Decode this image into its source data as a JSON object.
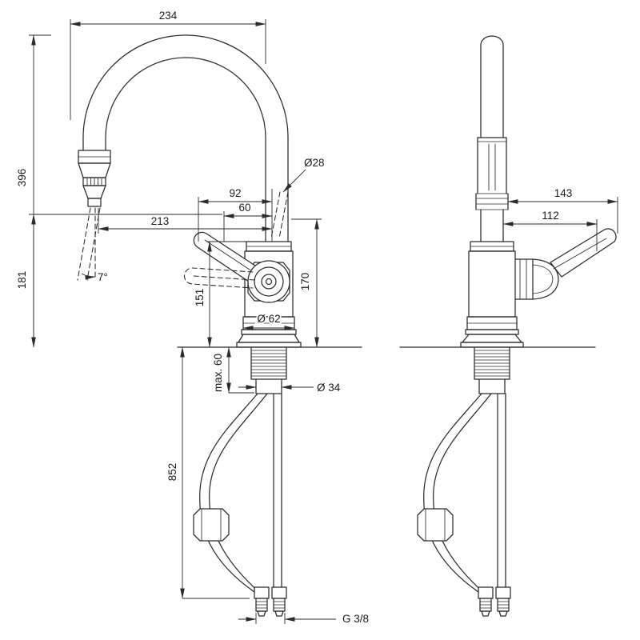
{
  "drawing": {
    "background": "#ffffff",
    "line_color": "#2b2b2b",
    "views": {
      "front": "front view",
      "side": "side view"
    },
    "dimensions": {
      "spout_reach": "234",
      "total_height": "396",
      "outlet_height": "181",
      "spout_diameter": "Ø28",
      "offset_92": "92",
      "offset_60": "60",
      "offset_213": "213",
      "height_170": "170",
      "height_151": "151",
      "spray_angle": "7°",
      "base_diameter": "Ø 62",
      "max_thickness": "max. 60",
      "hole_diameter": "Ø 34",
      "hose_length": "852",
      "thread": "G 3/8",
      "side_width_143": "143",
      "side_width_112": "112"
    }
  }
}
